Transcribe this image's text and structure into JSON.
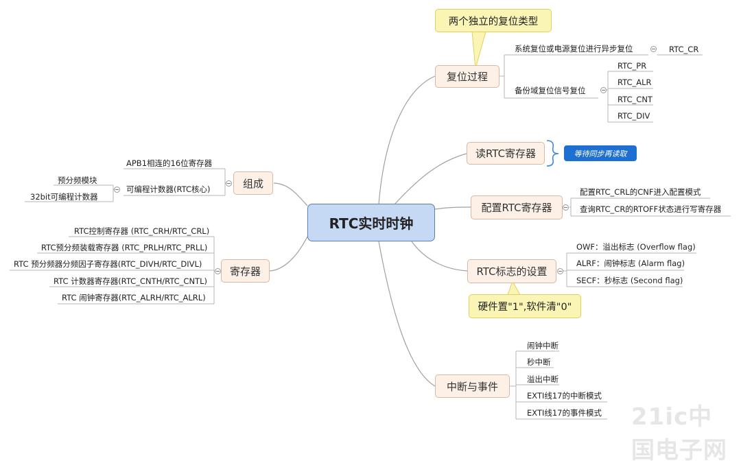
{
  "center": "RTC实时时钟",
  "branches": {
    "reset": {
      "label": "复位过程",
      "callout": "两个独立的复位类型",
      "items": [
        {
          "label": "系统复位或电源复位进行异步复位",
          "children": [
            "RTC_CR"
          ]
        },
        {
          "label": "备份域复位信号复位",
          "children": [
            "RTC_PR",
            "RTC_ALR",
            "RTC_CNT",
            "RTC_DIV"
          ]
        }
      ]
    },
    "read": {
      "label": "读RTC寄存器",
      "note": "等待同步再读取"
    },
    "config": {
      "label": "配置RTC寄存器",
      "items": [
        "配置RTC_CRL的CNF进入配置模式",
        "查询RTC_CR的RTOFF状态进行写寄存器"
      ]
    },
    "flags": {
      "label": "RTC标志的设置",
      "callout": "硬件置\"1\",软件清\"0\"",
      "items": [
        "OWF：溢出标志 (Overflow flag)",
        "ALRF：闹钟标志 (Alarm flag)",
        "SECF：秒标志 (Second flag)"
      ]
    },
    "interrupts": {
      "label": "中断与事件",
      "items": [
        "闹钟中断",
        "秒中断",
        "溢出中断",
        "EXTI线17的中断模式",
        "EXTI线17的事件模式"
      ]
    },
    "composition": {
      "label": "组成",
      "items": [
        {
          "label": "APB1相连的16位寄存器",
          "children": []
        },
        {
          "label": "可编程计数器(RTC核心)",
          "children": [
            "预分频模块",
            "32bit可编程计数器"
          ]
        }
      ]
    },
    "registers": {
      "label": "寄存器",
      "items": [
        "RTC控制寄存器 (RTC_CRH/RTC_CRL)",
        "RTC预分频装载寄存器 (RTC_PRLH/RTC_PRLL)",
        "RTC 预分频器分频因子寄存器(RTC_DIVH/RTC_DIVL)",
        "RTC 计数器寄存器(RTC_CNTH/RTC_CNTL)",
        "RTC 闹钟寄存器(RTC_ALRH/RTC_ALRL)"
      ]
    }
  },
  "watermark": "21ic中国电子网",
  "colors": {
    "center_fill": "#c6d9f4",
    "node_fill": "#fdf1e7",
    "callout_fill": "#fbf5b5",
    "tag_fill": "#1e6fd2",
    "line": "#9a9a9a"
  }
}
